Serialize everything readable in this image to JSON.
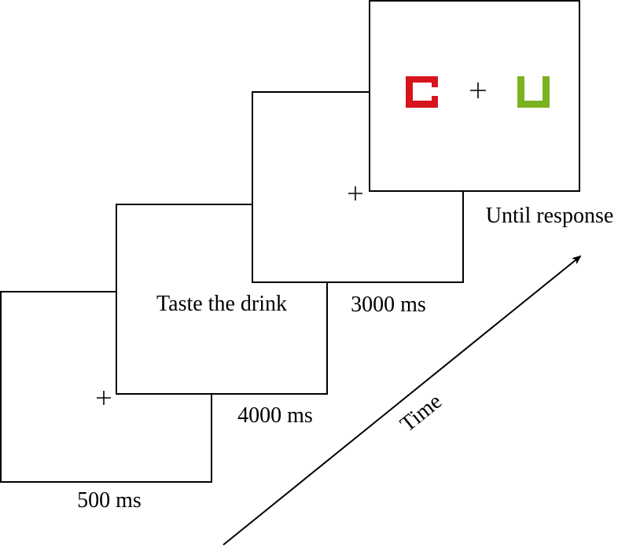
{
  "title": "Trial procedure timeline",
  "frames": [
    {
      "id": "fixation",
      "content": "+",
      "duration": "500 ms"
    },
    {
      "id": "taste",
      "content": "Taste the drink",
      "duration": "4000 ms"
    },
    {
      "id": "fixation-2",
      "content": "+",
      "duration": "3000 ms"
    },
    {
      "id": "choice",
      "content": "+",
      "duration": "Until response",
      "stimuli": [
        {
          "name": "red-left-open-square",
          "color": "#d7141e",
          "opening": "right"
        },
        {
          "name": "green-top-open-square",
          "color": "#7bb21f",
          "opening": "top"
        }
      ]
    }
  ],
  "axis": {
    "label": "Time"
  }
}
